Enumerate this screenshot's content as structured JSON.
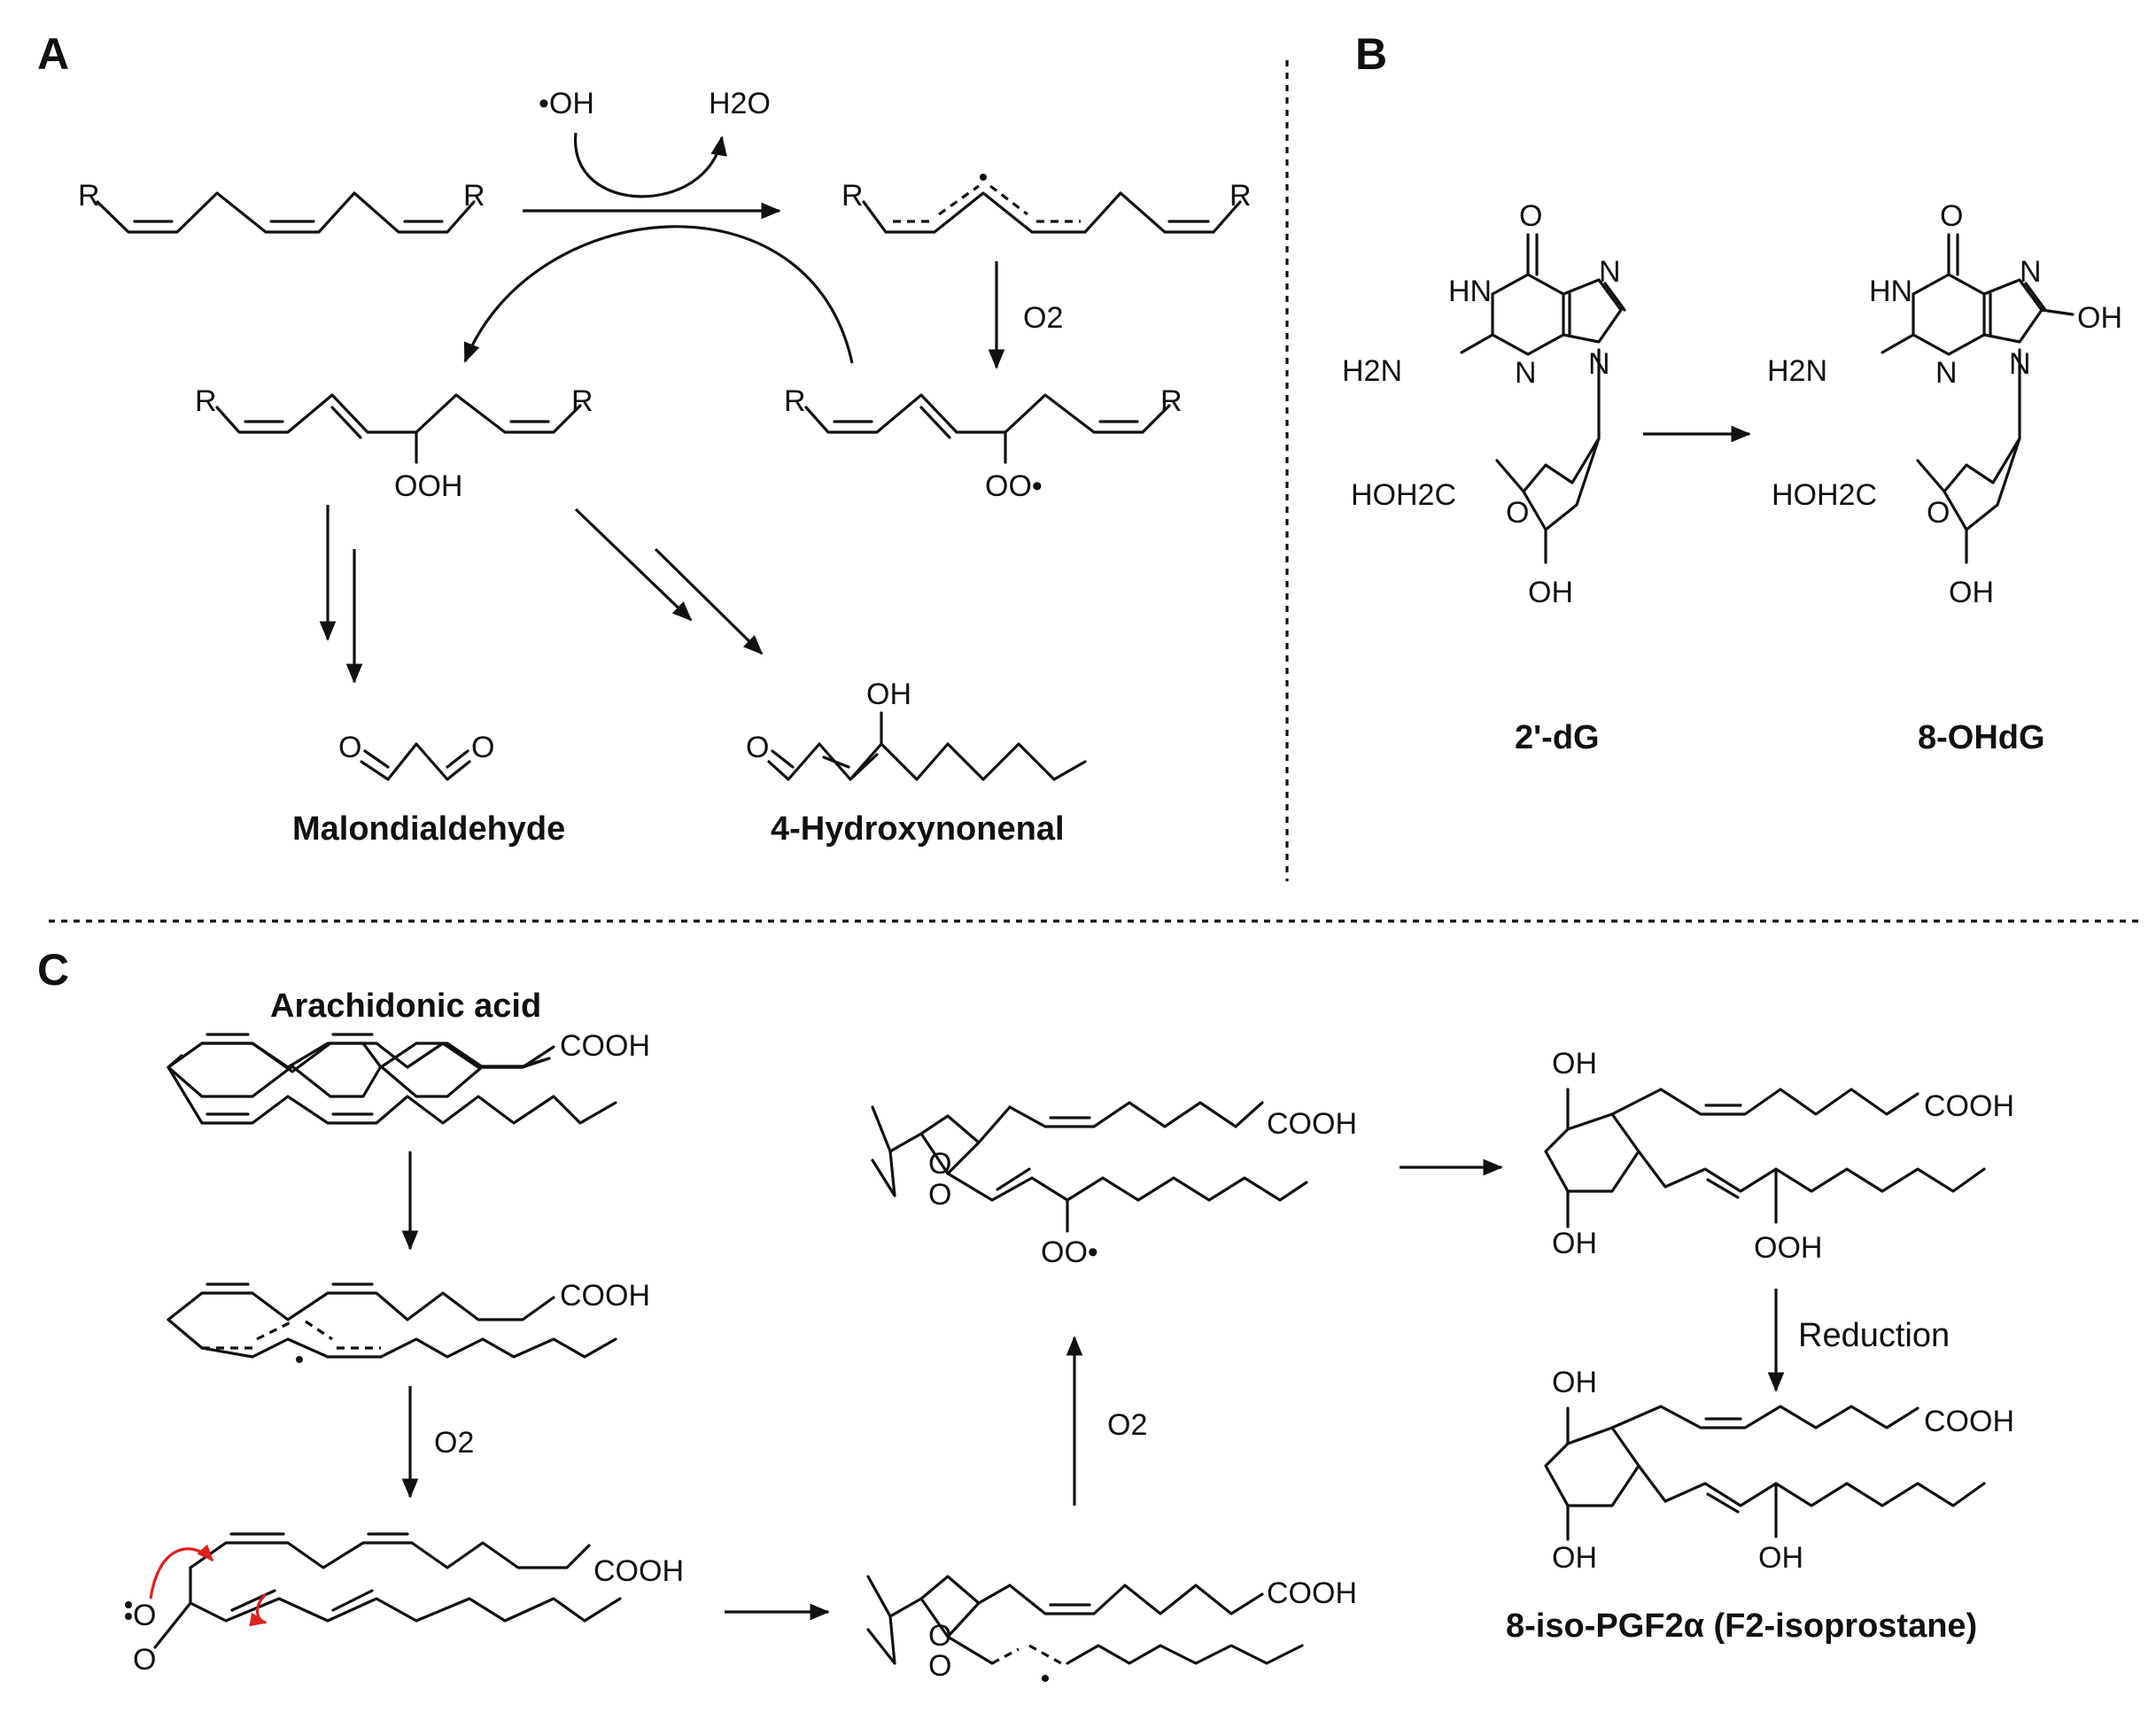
{
  "panels": {
    "a": "A",
    "b": "B",
    "c": "C"
  },
  "labels": {
    "hydroxyl_radical": "•OH",
    "water": "H2O",
    "oxygen": "O2",
    "ooh": "OOH",
    "oo_radical": "OO•",
    "oh": "OH",
    "r": "R",
    "cooh": "COOH",
    "o": "O",
    "hn": "HN",
    "n": "N",
    "h2n": "H2N",
    "hoh2c": "HOH2C",
    "reduction": "Reduction"
  },
  "compounds": {
    "malondialdehyde": "Malondialdehyde",
    "hne": "4-Hydroxynonenal",
    "dg": "2'-dG",
    "ohdg": "8-OHdG",
    "arachidonic": "Arachidonic acid",
    "isoprostane": "8-iso-PGF2α (F2-isoprostane)"
  },
  "colors": {
    "ink": "#111111",
    "mechanism_arrow": "#e0201b"
  }
}
